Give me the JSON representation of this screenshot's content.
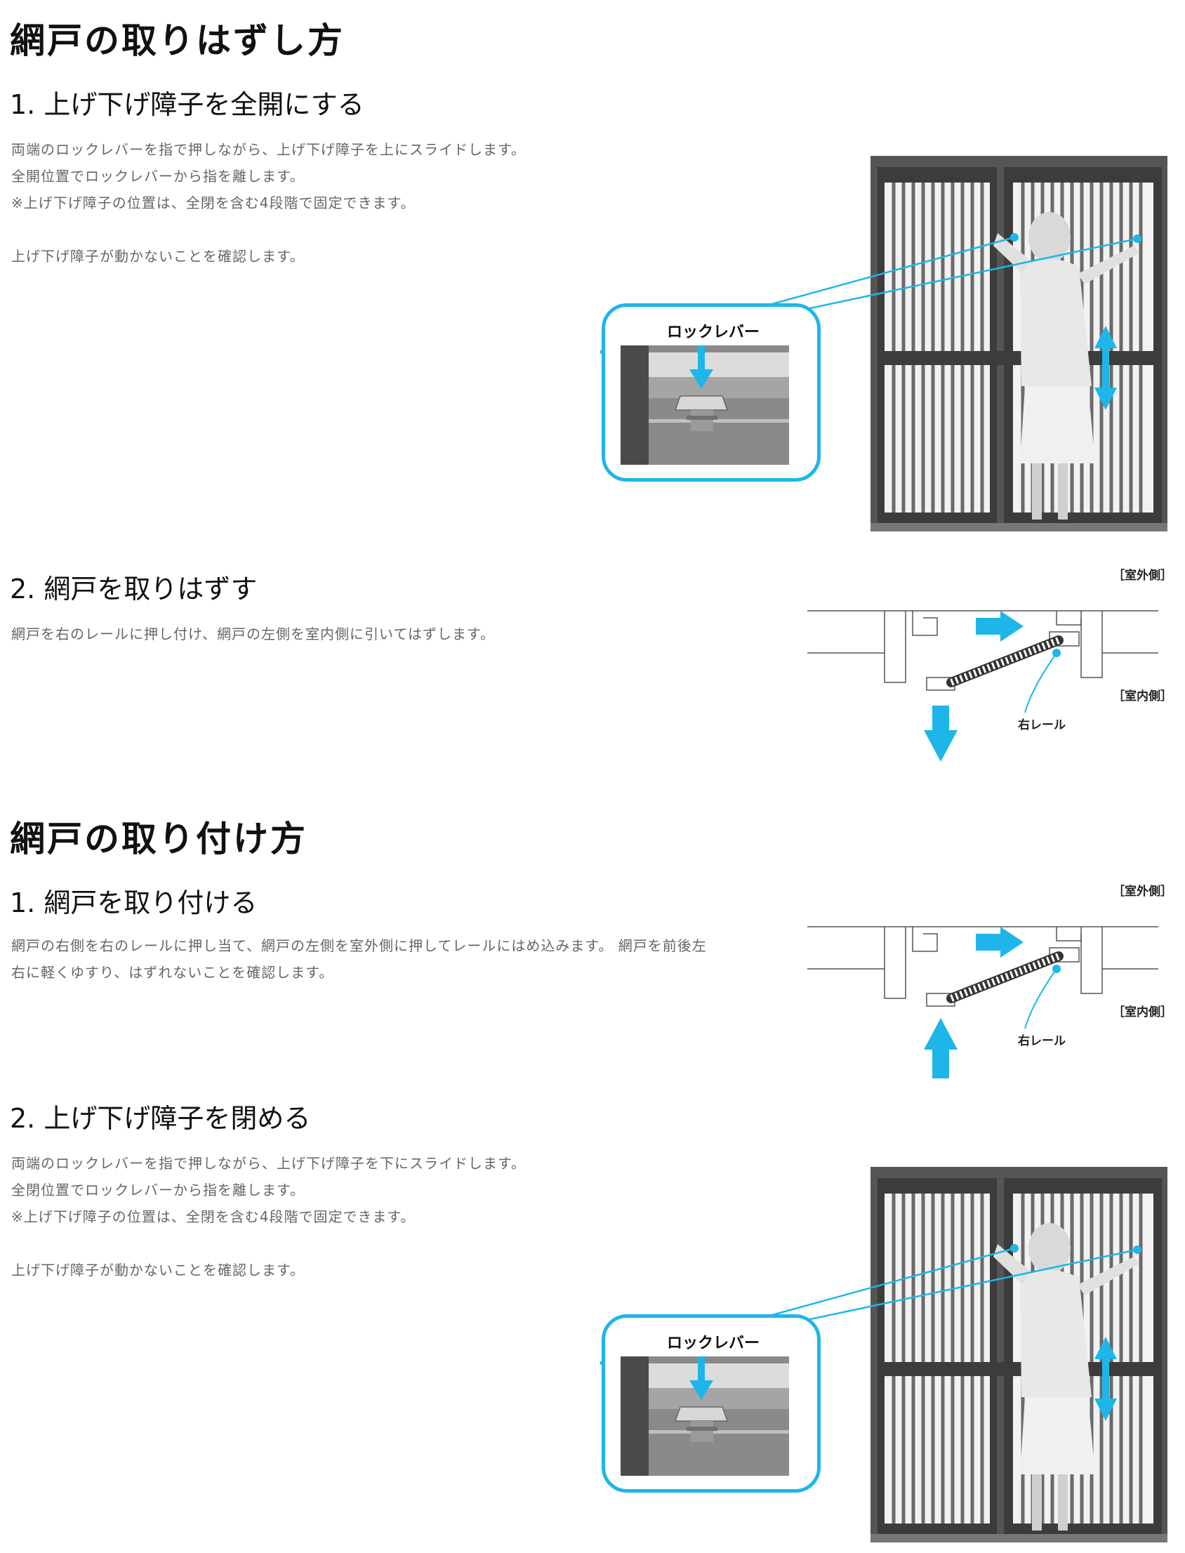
{
  "removal": {
    "title": "網戸の取りはずし方",
    "step1": {
      "heading": "1. 上げ下げ障子を全開にする",
      "lines": [
        "両端のロックレバーを指で押しながら、上げ下げ障子を上にスライドします。",
        "全開位置でロックレバーから指を離します。",
        "※上げ下げ障子の位置は、全閉を含む4段階で固定できます。",
        "",
        "上げ下げ障子が動かないことを確認します。"
      ],
      "lever_label": "ロックレバー"
    },
    "step2": {
      "heading": "2. 網戸を取りはずす",
      "lines": [
        "網戸を右のレールに押し付け、網戸の左側を室内側に引いてはずします。"
      ],
      "outside_label": "［室外側］",
      "inside_label": "［室内側］",
      "rail_label": "右レール"
    }
  },
  "install": {
    "title": "網戸の取り付け方",
    "step1": {
      "heading": "1. 網戸を取り付ける",
      "lines": [
        "網戸の右側を右のレールに押し当て、網戸の左側を室外側に押してレールにはめ込みます。 網戸を前後左",
        "右に軽くゆすり、はずれないことを確認します。"
      ],
      "outside_label": "［室外側］",
      "inside_label": "［室内側］",
      "rail_label": "右レール"
    },
    "step2": {
      "heading": "2. 上げ下げ障子を閉める",
      "lines": [
        "両端のロックレバーを指で押しながら、上げ下げ障子を下にスライドします。",
        "全閉位置でロックレバーから指を離します。",
        "※上げ下げ障子の位置は、全閉を含む4段階で固定できます。",
        "",
        "上げ下げ障子が動かないことを確認します。"
      ],
      "lever_label": "ロックレバー"
    }
  },
  "colors": {
    "accent": "#1EB6E8",
    "text": "#111111",
    "body_text": "#666666"
  }
}
